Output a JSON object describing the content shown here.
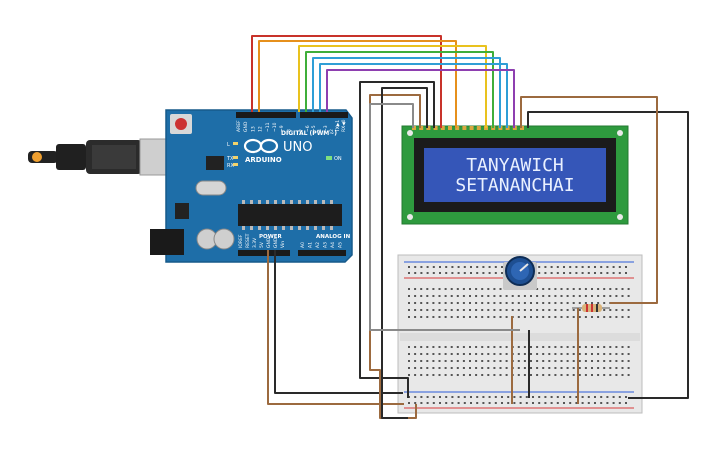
{
  "arduino": {
    "brand": "ARDUINO",
    "model": "UNO",
    "header_digital": "DIGITAL (PWM~)",
    "header_power": "POWER",
    "header_analog": "ANALOG IN",
    "on_label": "ON",
    "tx_label": "TX",
    "rx_label": "RX",
    "l_label": "L",
    "pins_left": [
      "AREF",
      "GND",
      "13",
      "12",
      "~11",
      "~10",
      "~9",
      "8"
    ],
    "pins_right": [
      "7",
      "~6",
      "~5",
      "4",
      "~3",
      "2",
      "TX▶1",
      "RX◀0"
    ],
    "pins_power": [
      "IOREF",
      "RESET",
      "3.3V",
      "5V",
      "GND",
      "GND",
      "Vin"
    ],
    "pins_analog": [
      "A0",
      "A1",
      "A2",
      "A3",
      "A4",
      "A5"
    ]
  },
  "lcd": {
    "line1": "TANYAWICH",
    "line2": "SETANANCHAI"
  },
  "colors": {
    "board": "#1e6ea8",
    "lcd_pcb": "#2e9a3e",
    "lcd_screen": "#3556b8",
    "wire_red": "#c8322a",
    "wire_orange": "#e6901c",
    "wire_yellow": "#e9c21e",
    "wire_green": "#3fae3a",
    "wire_blue": "#2f9ed6",
    "wire_purple": "#8e3fb0",
    "wire_black": "#2a2a2a",
    "wire_brown": "#9c6a3f",
    "wire_gray": "#8a8a8a"
  }
}
